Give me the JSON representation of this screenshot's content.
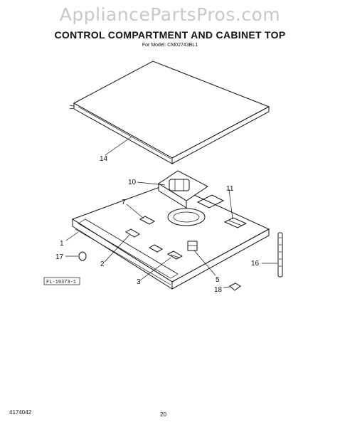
{
  "watermark": "AppliancePartsPros.com",
  "title": "CONTROL COMPARTMENT AND CABINET TOP",
  "subtitle": "For Model: CM02743BL1",
  "drawing_ref": "FL-19373-1",
  "callouts": {
    "c1": "1",
    "c2": "2",
    "c3": "3",
    "c5": "5",
    "c7": "7",
    "c10": "10",
    "c11": "11",
    "c14": "14",
    "c16": "16",
    "c17": "17",
    "c18": "18"
  },
  "footer": {
    "doc_number": "4174042",
    "page_number": "20"
  }
}
